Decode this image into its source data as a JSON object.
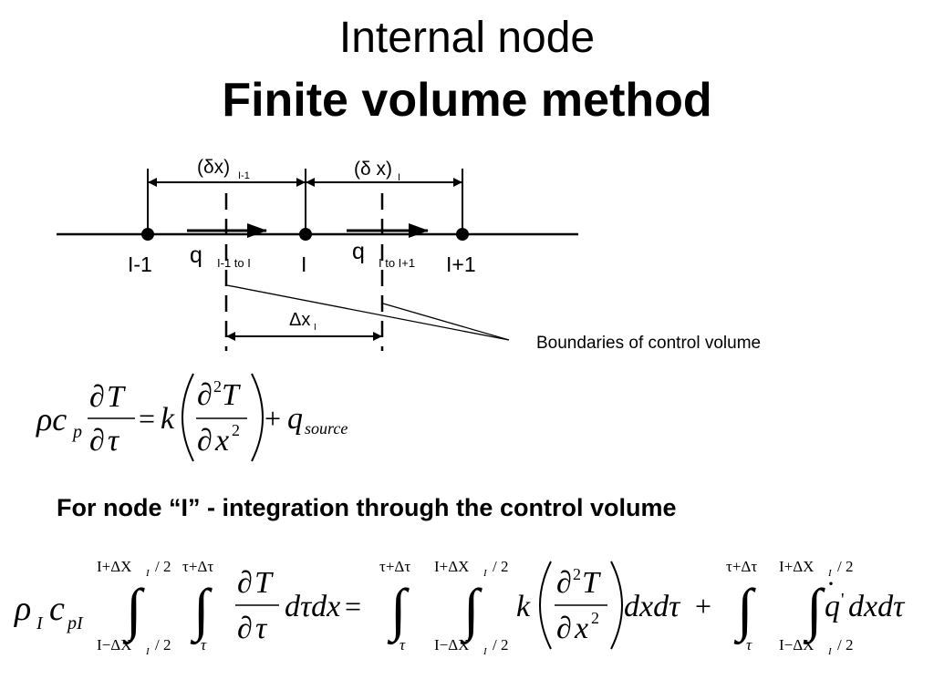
{
  "header": {
    "title_line1": "Internal node",
    "title_line2": "Finite volume method"
  },
  "diagram": {
    "nodes": {
      "left": "I-1",
      "center": "I",
      "right": "I+1"
    },
    "spacing_left": {
      "main": "(δx)",
      "sub": "I-1"
    },
    "spacing_right": {
      "main": "(δ x)",
      "sub": "I"
    },
    "flux_left": {
      "main": "q",
      "sub": "I-1 to I"
    },
    "flux_right": {
      "main": "q",
      "sub": "I to I+1"
    },
    "control_width": {
      "main": "Δx",
      "sub": "I"
    },
    "boundary_label": "Boundaries of control volume"
  },
  "equation1": {
    "lhs": "ρc",
    "lhs_sub": "p",
    "d": "∂",
    "T": "T",
    "tau": "τ",
    "equals": "=",
    "k": "k",
    "exp2": "2",
    "x": "x",
    "plus": "+",
    "q": "q",
    "q_sub": "source"
  },
  "subtitle": "For node “I” - integration through the control volume",
  "equation2": {
    "rho": "ρ",
    "rho_sub": "I",
    "c": "c",
    "c_sub": "pI",
    "int_x_upper": "I+ΔX",
    "int_x_upper_tail": "/ 2",
    "int_x_lower": "I−ΔX",
    "int_x_lower_tail": "/ 2",
    "int_x_sub": "I",
    "int_t_upper": "τ+Δτ",
    "int_t_lower": "τ",
    "integral": "∫",
    "d": "∂",
    "T": "T",
    "tau": "τ",
    "dtaudx": "dτdx",
    "equals": "=",
    "k": "k",
    "exp2": "2",
    "x": "x",
    "dxdtau": "dxdτ",
    "plus": "+",
    "qdot": "q",
    "qdot_mark": "·",
    "prime": "'"
  }
}
